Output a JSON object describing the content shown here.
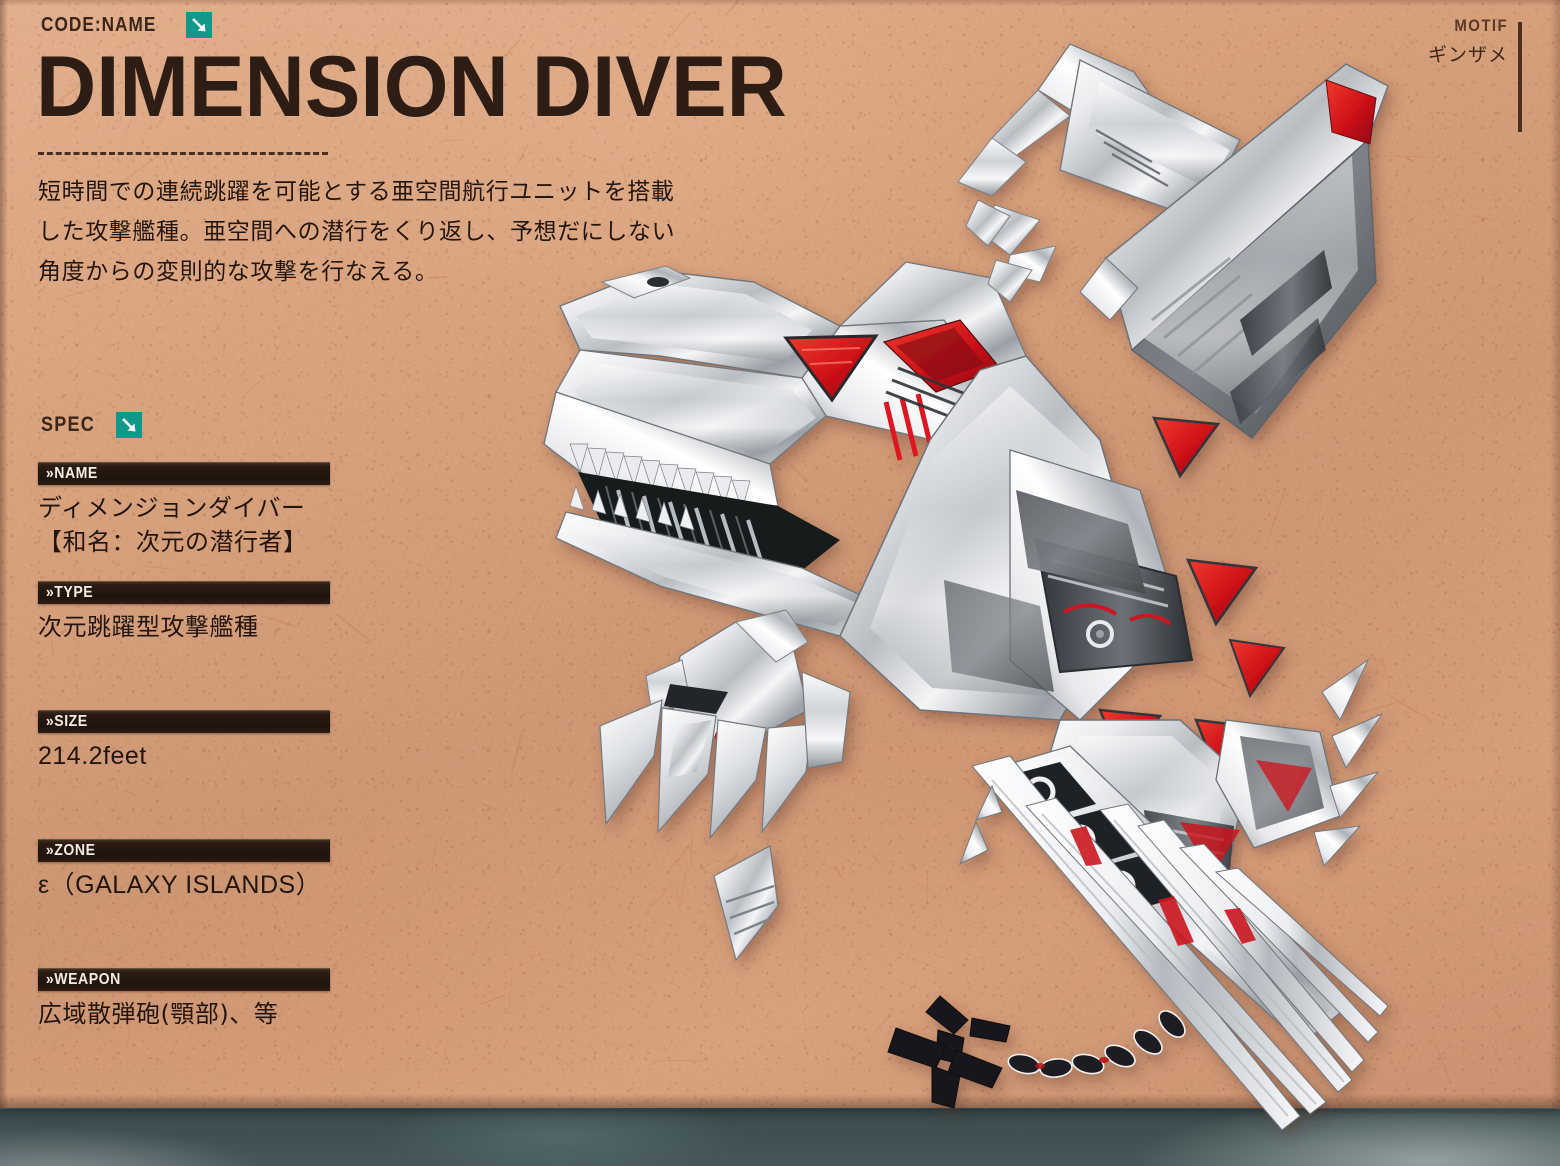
{
  "header": {
    "codename_label": "CODE:NAME",
    "codename_icon": "arrow-down-right-icon",
    "title": "DIMENSION DIVER",
    "description": "短時間での連続跳躍を可能とする亜空間航行ユニットを搭載した攻撃艦種。亜空間への潜行をくり返し、予想だにしない角度からの変則的な攻撃を行なえる。"
  },
  "motif": {
    "label": "MOTIF",
    "value": "ギンザメ"
  },
  "spec": {
    "heading": "SPEC",
    "heading_icon": "arrow-down-right-icon",
    "items": [
      {
        "label": "»NAME",
        "value": "ディメンジョンダイバー\n【和名：次元の潜行者】"
      },
      {
        "label": "»TYPE",
        "value": "次元跳躍型攻撃艦種"
      },
      {
        "label": "»SIZE",
        "value": "214.2feet"
      },
      {
        "label": "»ZONE",
        "value": "ε（GALAXY ISLANDS）"
      },
      {
        "label": "»WEAPON",
        "value": "広域散弾砲(顎部)、等"
      }
    ]
  },
  "colors": {
    "paper": "#d8a37e",
    "ink": "#2d1d14",
    "accent_teal": "#10998a",
    "bar_dark": "#20140d",
    "mech_red": "#d81f26",
    "water": "#3d4f50"
  },
  "artwork": {
    "subject": "mechanical-chimaera-shark-spacecraft",
    "caption_visible": false
  }
}
